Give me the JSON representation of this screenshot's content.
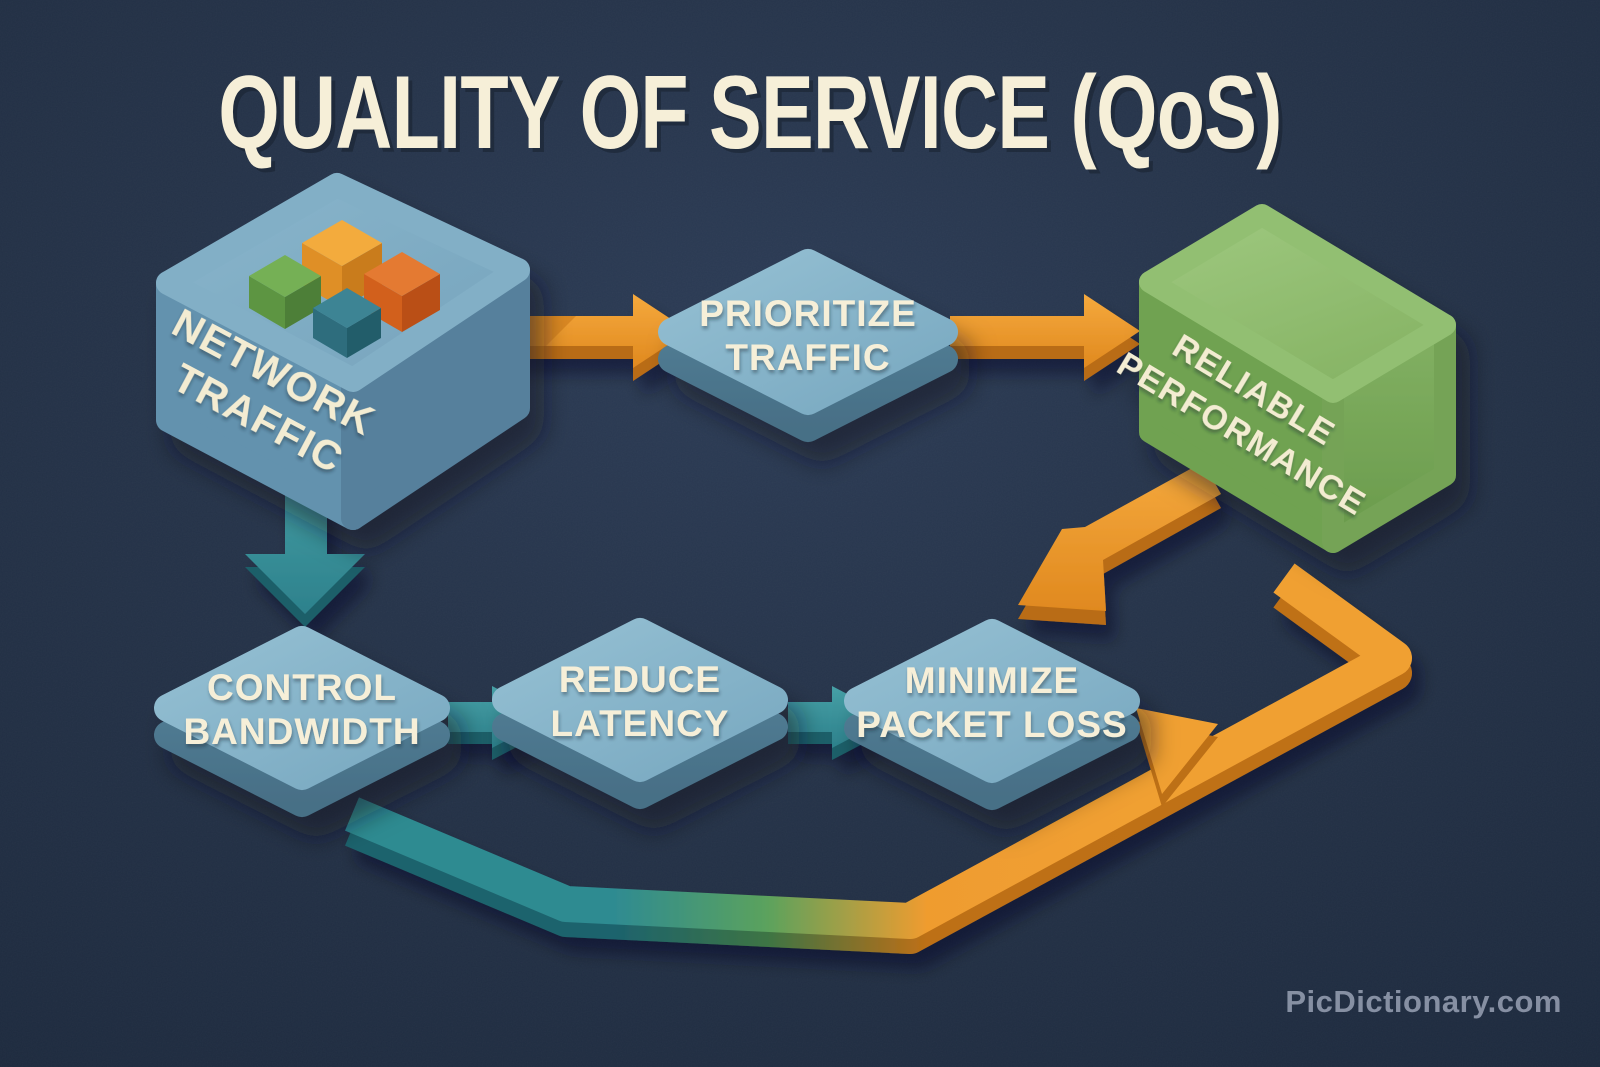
{
  "title": "QUALITY OF SERVICE (QoS)",
  "watermark": "PicDictionary.com",
  "nodes": {
    "network_traffic": {
      "line1": "NETWORK",
      "line2": "TRAFFIC"
    },
    "prioritize_traffic": {
      "line1": "PRIORITIZE",
      "line2": "TRAFFIC"
    },
    "reliable_performance": {
      "line1": "RELIABLE",
      "line2": "PERFORMANCE"
    },
    "control_bandwidth": {
      "line1": "CONTROL",
      "line2": "BANDWIDTH"
    },
    "reduce_latency": {
      "line1": "REDUCE",
      "line2": "LATENCY"
    },
    "minimize_packet_loss": {
      "line1": "MINIMIZE",
      "line2": "PACKET LOSS"
    }
  },
  "icons": {
    "packet_cubes": [
      "green-packet-cube",
      "yellow-packet-cube",
      "orange-packet-cube",
      "teal-packet-cube"
    ]
  },
  "colors": {
    "background": "#243349",
    "title_text": "#f6efd8",
    "node_blue_top": "#85b3c9",
    "node_blue_side": "#53809a",
    "box_green_front": "#6fa251",
    "arrow_orange": "#f09c30",
    "arrow_orange_dark": "#b96c17",
    "arrow_teal": "#37919a",
    "arrow_teal_dark": "#1d5f69",
    "loop_gradient_start": "#2f8b91",
    "loop_gradient_end": "#ef9c2f",
    "watermark_text": "#98a1b4"
  }
}
